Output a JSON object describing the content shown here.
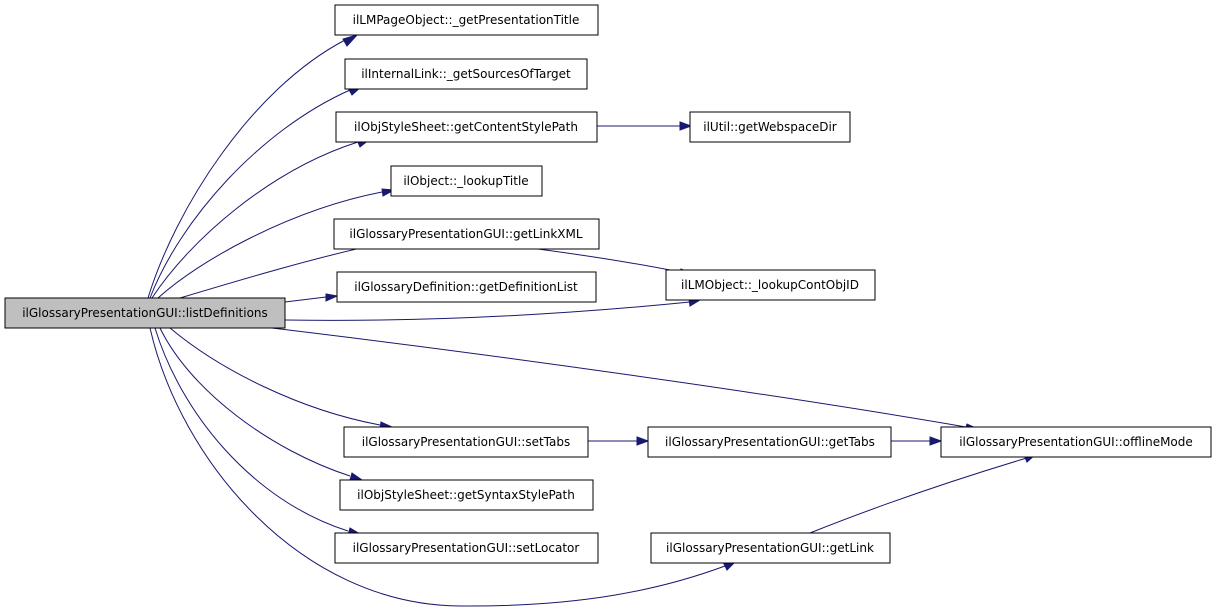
{
  "colors": {
    "edge": "#191970",
    "node_fill": "#ffffff",
    "root_fill": "#bfbfbf",
    "border": "#000000"
  },
  "nodes": {
    "root": "ilGlossaryPresentationGUI::listDefinitions",
    "lmpage_title": "ilLMPageObject::_getPresentationTitle",
    "internallink_sources": "ilInternalLink::_getSourcesOfTarget",
    "stylesheet_content": "ilObjStyleSheet::getContentStylePath",
    "util_webspace": "ilUtil::getWebspaceDir",
    "object_lookup_title": "ilObject::_lookupTitle",
    "get_link_xml": "ilGlossaryPresentationGUI::getLinkXML",
    "definition_list": "ilGlossaryDefinition::getDefinitionList",
    "lookup_cont_obj": "ilLMObject::_lookupContObjID",
    "set_tabs": "ilGlossaryPresentationGUI::setTabs",
    "get_tabs": "ilGlossaryPresentationGUI::getTabs",
    "offline_mode": "ilGlossaryPresentationGUI::offlineMode",
    "stylesheet_syntax": "ilObjStyleSheet::getSyntaxStylePath",
    "set_locator": "ilGlossaryPresentationGUI::setLocator",
    "get_link": "ilGlossaryPresentationGUI::getLink"
  }
}
